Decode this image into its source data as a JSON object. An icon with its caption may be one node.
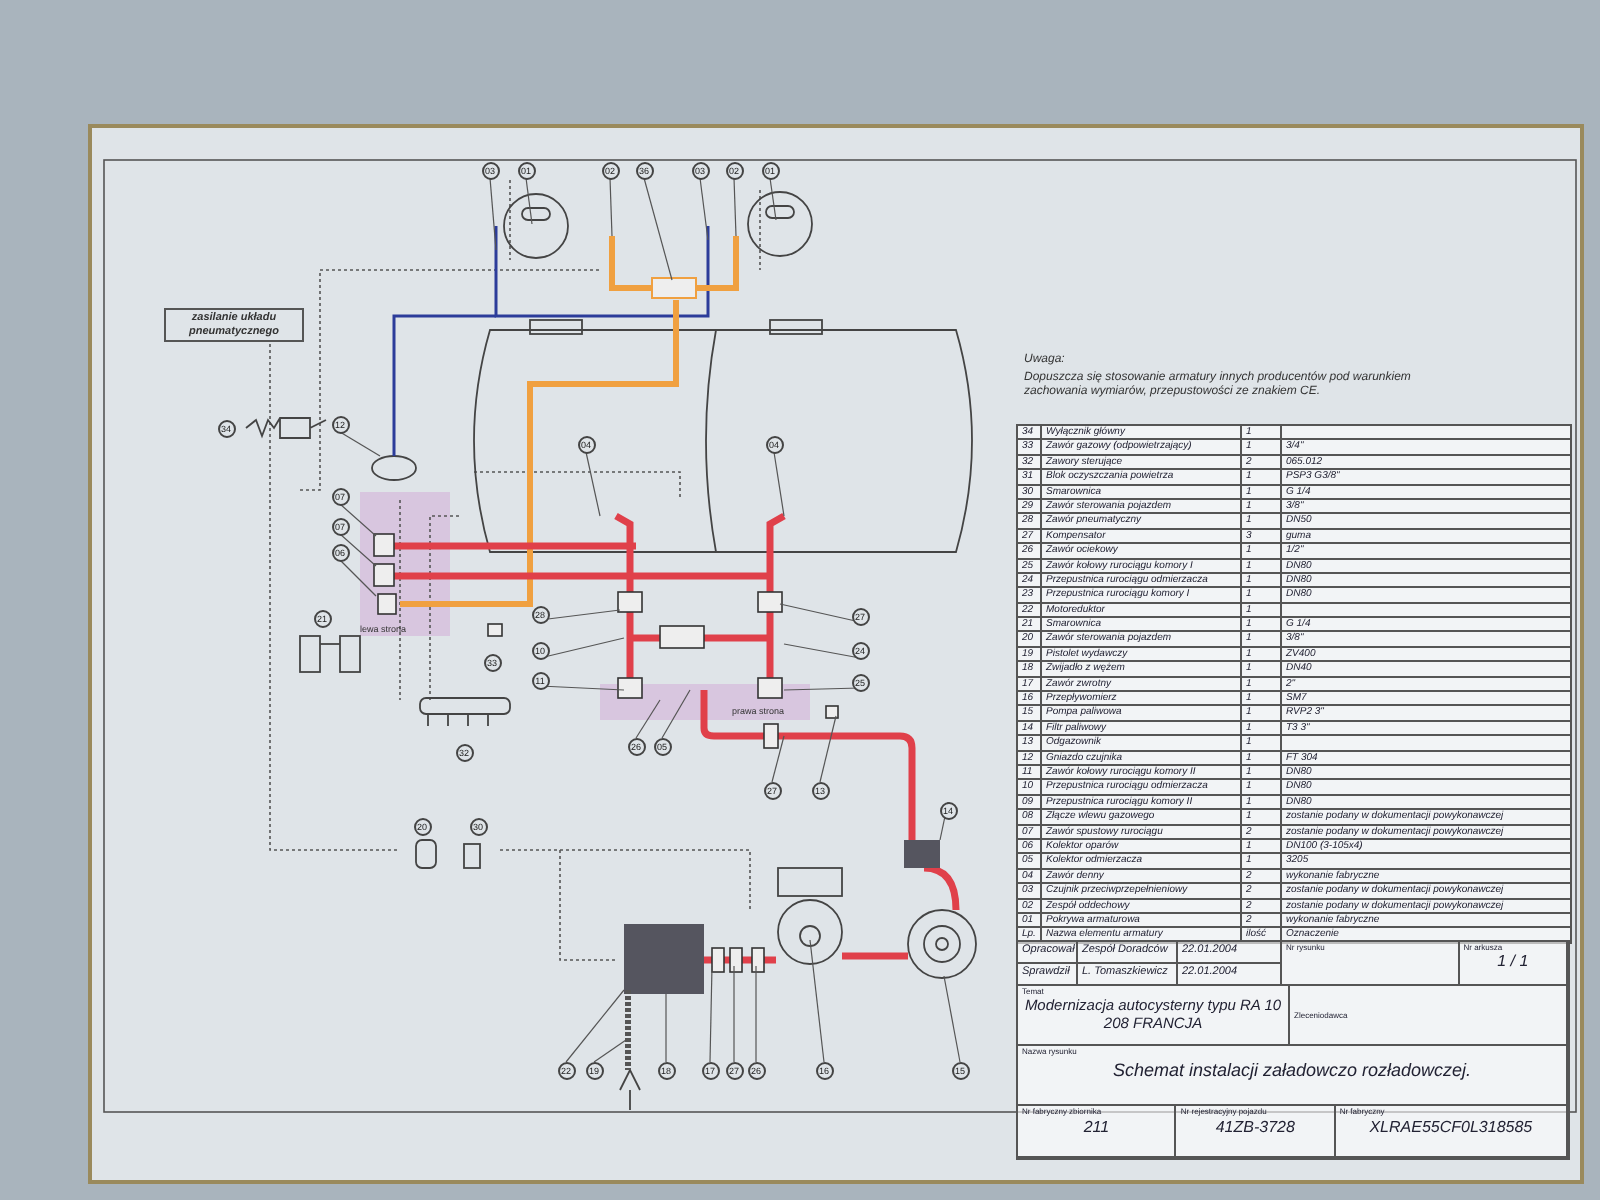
{
  "diagram": {
    "title": "Schemat instalacji załadowczo rozładowczej.",
    "nodes": [
      {
        "text": [
          "zasilanie układu pneumatycznego"
        ]
      }
    ],
    "labels": [
      "03",
      "01",
      "02",
      "36",
      "03",
      "02",
      "01",
      "34",
      "12",
      "07",
      "07",
      "06",
      "04",
      "04",
      "21",
      "28",
      "27",
      "33",
      "10",
      "24",
      "11",
      "25",
      "26",
      "05",
      "32",
      "27",
      "13",
      "14",
      "20",
      "30",
      "22",
      "19",
      "18",
      "17",
      "27",
      "26",
      "16",
      "15",
      "lewa strona",
      "prawa strona",
      "Uwaga:",
      "Dopuszcza się stosowanie armatury innych producentów pod warunkiem zachowania wymiarów, przepustowości ze znakiem CE.",
      "34",
      "Wyłącznik główny",
      "1",
      "33",
      "Zawór gazowy (odpowietrzający)",
      "1",
      "3/4\"",
      "32",
      "Zawory sterujące",
      "2",
      "065.012",
      "31",
      "Blok oczyszczania powietrza",
      "1",
      "PSP3 G3/8\"",
      "30",
      "Smarownica",
      "1",
      "G 1/4",
      "29",
      "Zawór sterowania pojazdem",
      "1",
      "3/8\"",
      "28",
      "Zawór pneumatyczny",
      "1",
      "DN50",
      "27",
      "Kompensator",
      "3",
      "guma",
      "26",
      "Zawór ociekowy",
      "1",
      "1/2\"",
      "25",
      "Zawór kołowy rurociągu komory I",
      "1",
      "DN80",
      "24",
      "Przepustnica rurociągu odmierzacza",
      "1",
      "DN80",
      "23",
      "Przepustnica rurociągu komory I",
      "1",
      "DN80",
      "22",
      "Motoreduktor",
      "1",
      "21",
      "Smarownica",
      "1",
      "G 1/4",
      "20",
      "Zawór sterowania pojazdem",
      "1",
      "3/8\"",
      "19",
      "Pistolet wydawczy",
      "1",
      "ZV400",
      "18",
      "Zwijadło z wężem",
      "1",
      "DN40",
      "17",
      "Zawór zwrotny",
      "1",
      "2\"",
      "16",
      "Przepływomierz",
      "1",
      "SM7",
      "15",
      "Pompa paliwowa",
      "1",
      "RVP2 3\"",
      "14",
      "Filtr paliwowy",
      "1",
      "T3 3\"",
      "13",
      "Odgazownik",
      "1",
      "12",
      "Gniazdo czujnika",
      "1",
      "FT 304",
      "11",
      "Zawór kołowy rurociągu komory II",
      "1",
      "DN80",
      "10",
      "Przepustnica rurociągu odmierzacza",
      "1",
      "DN80",
      "09",
      "Przepustnica rurociągu komory II",
      "1",
      "DN80",
      "08",
      "Złącze wlewu gazowego",
      "1",
      "zostanie podany w dokumentacji powykonawczej",
      "07",
      "Zawór spustowy rurociągu",
      "2",
      "zostanie podany w dokumentacji powykonawczej",
      "06",
      "Kolektor oparów",
      "1",
      "DN100 (3-105x4)",
      "05",
      "Kolektor odmierzacza",
      "1",
      "3205",
      "04",
      "Zawór denny",
      "2",
      "wykonanie fabryczne",
      "03",
      "Czujnik przeciwprzepełnieniowy",
      "2",
      "zostanie podany w dokumentacji powykonawczej",
      "02",
      "Zespół oddechowy",
      "2",
      "zostanie podany w dokumentacji powykonawczej",
      "01",
      "Pokrywa armaturowa",
      "2",
      "wykonanie fabryczne",
      "Lp.",
      "Nazwa elementu armatury",
      "ilość",
      "Oznaczenie",
      "Opracował",
      "Zespół Doradców",
      "22.01.2004",
      "Sprawdził",
      "L. Tomaszkiewicz",
      "22.01.2004",
      "Nr rysunku",
      "Nr arkusza",
      "1 / 1",
      "Temat",
      "Modernizacja autocysterny typu RA 10 208 FRANCJA",
      "Zleceniodawca",
      "Nazwa rysunku",
      "Nr fabryczny zbiornika",
      "211",
      "Nr rejestracyjny pojazdu",
      "41ZB-3728",
      "Nr fabryczny",
      "XLRAE55CF0L318585"
    ]
  }
}
